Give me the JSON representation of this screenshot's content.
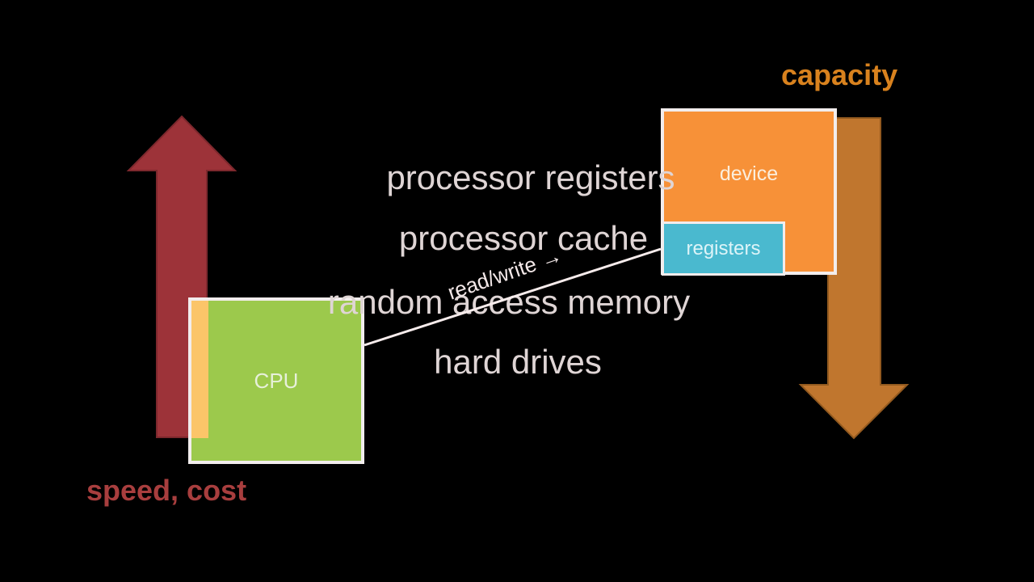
{
  "slide": {
    "speed_cost_label": "speed, cost",
    "capacity_label": "capacity",
    "memory_levels": [
      "processor registers",
      "processor cache",
      "random access memory",
      "hard drives"
    ],
    "cpu_box": {
      "label": "CPU"
    },
    "device_box": {
      "label": "device"
    },
    "registers_box": {
      "label": "registers"
    },
    "connection": {
      "label": "read/write →"
    }
  },
  "colors": {
    "background": "#000000",
    "speed-arrow": "#9d3339",
    "speed-arrow-edge": "#7d282d",
    "speed-text": "#a83e3e",
    "capacity-arrow": "#c0762e",
    "capacity-arrow-edge": "#935a1f",
    "capacity-text": "#d9821e",
    "cpu-green": "#9cc94c",
    "cpu-yellow": "#fbc569",
    "cpu-text": "#e7f0da",
    "device-orange": "#f79138",
    "device-text": "#fbeedd",
    "registers-teal": "#4ab9cf",
    "registers-text": "#ddf4f8",
    "box-border": "#f2eded",
    "list-text": "#dfd5d5",
    "line": "#f7ecec",
    "label-text": "#f3e8e8"
  }
}
